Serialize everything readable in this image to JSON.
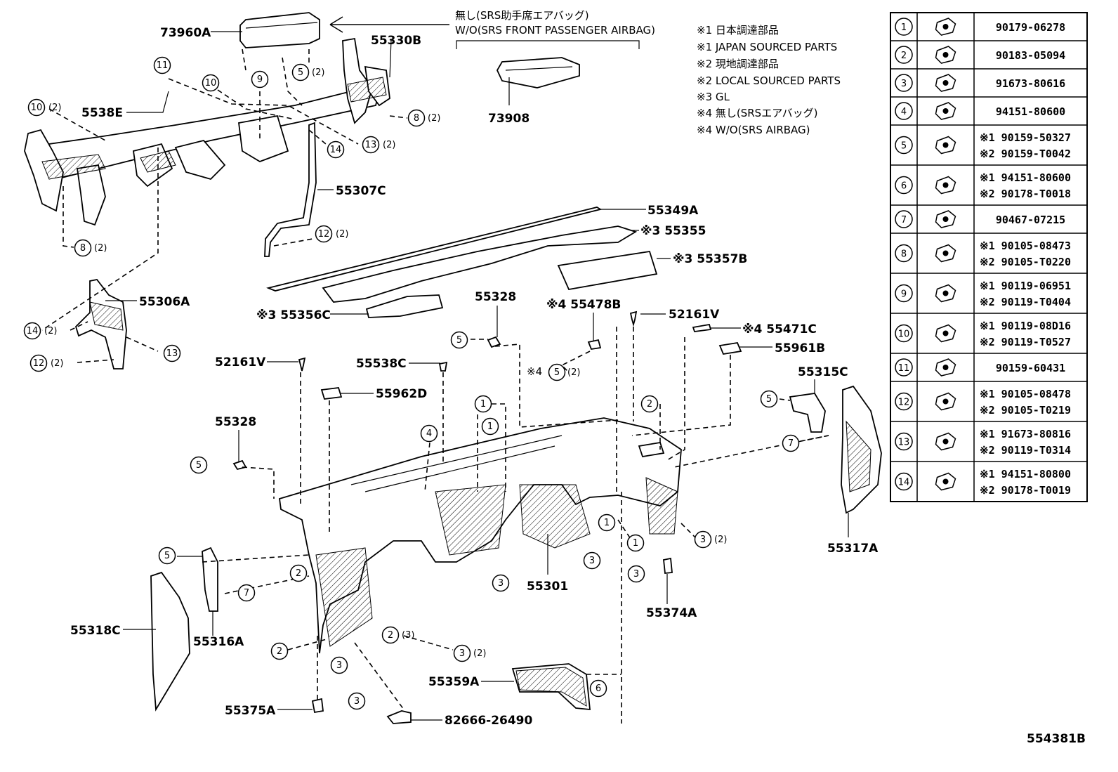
{
  "title": "",
  "diagram_code": "554381B",
  "callout_note": {
    "jp": "無し(SRS助手席エアバッグ)",
    "en": "W/O(SRS FRONT PASSENGER AIRBAG)"
  },
  "legend_notes": [
    "※1 日本調達部品",
    "※1 JAPAN SOURCED PARTS",
    "※2 現地調達部品",
    "※2 LOCAL SOURCED PARTS",
    "※3 GL",
    "※4 無し(SRSエアバッグ)",
    "※4 W/O(SRS AIRBAG)"
  ],
  "parts_table": [
    {
      "no": "1",
      "codes": [
        "90179-06278"
      ]
    },
    {
      "no": "2",
      "codes": [
        "90183-05094"
      ]
    },
    {
      "no": "3",
      "codes": [
        "91673-80616"
      ]
    },
    {
      "no": "4",
      "codes": [
        "94151-80600"
      ]
    },
    {
      "no": "5",
      "codes": [
        "※1 90159-50327",
        "※2 90159-T0042"
      ]
    },
    {
      "no": "6",
      "codes": [
        "※1 94151-80600",
        "※2 90178-T0018"
      ]
    },
    {
      "no": "7",
      "codes": [
        "90467-07215"
      ]
    },
    {
      "no": "8",
      "codes": [
        "※1 90105-08473",
        "※2 90105-T0220"
      ]
    },
    {
      "no": "9",
      "codes": [
        "※1 90119-06951",
        "※2 90119-T0404"
      ]
    },
    {
      "no": "10",
      "codes": [
        "※1 90119-08D16",
        "※2 90119-T0527"
      ]
    },
    {
      "no": "11",
      "codes": [
        "90159-60431"
      ]
    },
    {
      "no": "12",
      "codes": [
        "※1 90105-08478",
        "※2 90105-T0219"
      ]
    },
    {
      "no": "13",
      "codes": [
        "※1 91673-80816",
        "※2 90119-T0314"
      ]
    },
    {
      "no": "14",
      "codes": [
        "※1 94151-80800",
        "※2 90178-T0019"
      ]
    }
  ],
  "part_labels": [
    {
      "id": "73960A",
      "text": "73960A"
    },
    {
      "id": "55330B",
      "text": "55330B"
    },
    {
      "id": "73908",
      "text": "73908"
    },
    {
      "id": "5538E",
      "text": "5538E"
    },
    {
      "id": "55307C",
      "text": "55307C"
    },
    {
      "id": "55349A",
      "text": "55349A"
    },
    {
      "id": "55355",
      "text": "※3 55355"
    },
    {
      "id": "55357B",
      "text": "※3 55357B"
    },
    {
      "id": "55356C",
      "text": "※3 55356C"
    },
    {
      "id": "55306A",
      "text": "55306A"
    },
    {
      "id": "55328a",
      "text": "55328"
    },
    {
      "id": "55478B",
      "text": "※4 55478B"
    },
    {
      "id": "52161Va",
      "text": "52161V"
    },
    {
      "id": "55471C",
      "text": "※4 55471C"
    },
    {
      "id": "55961B",
      "text": "55961B"
    },
    {
      "id": "52161Vb",
      "text": "52161V"
    },
    {
      "id": "55538C",
      "text": "55538C"
    },
    {
      "id": "55962D",
      "text": "55962D"
    },
    {
      "id": "55315C",
      "text": "55315C"
    },
    {
      "id": "55328b",
      "text": "55328"
    },
    {
      "id": "55317A",
      "text": "55317A"
    },
    {
      "id": "55301",
      "text": "55301"
    },
    {
      "id": "55374A",
      "text": "55374A"
    },
    {
      "id": "55318C",
      "text": "55318C"
    },
    {
      "id": "55316A",
      "text": "55316A"
    },
    {
      "id": "55359A",
      "text": "55359A"
    },
    {
      "id": "55375A",
      "text": "55375A"
    },
    {
      "id": "82666",
      "text": "82666-26490"
    }
  ],
  "qty": {
    "q2": "(2)",
    "q3": "(3)"
  },
  "marks": {
    "s4": "※4"
  }
}
